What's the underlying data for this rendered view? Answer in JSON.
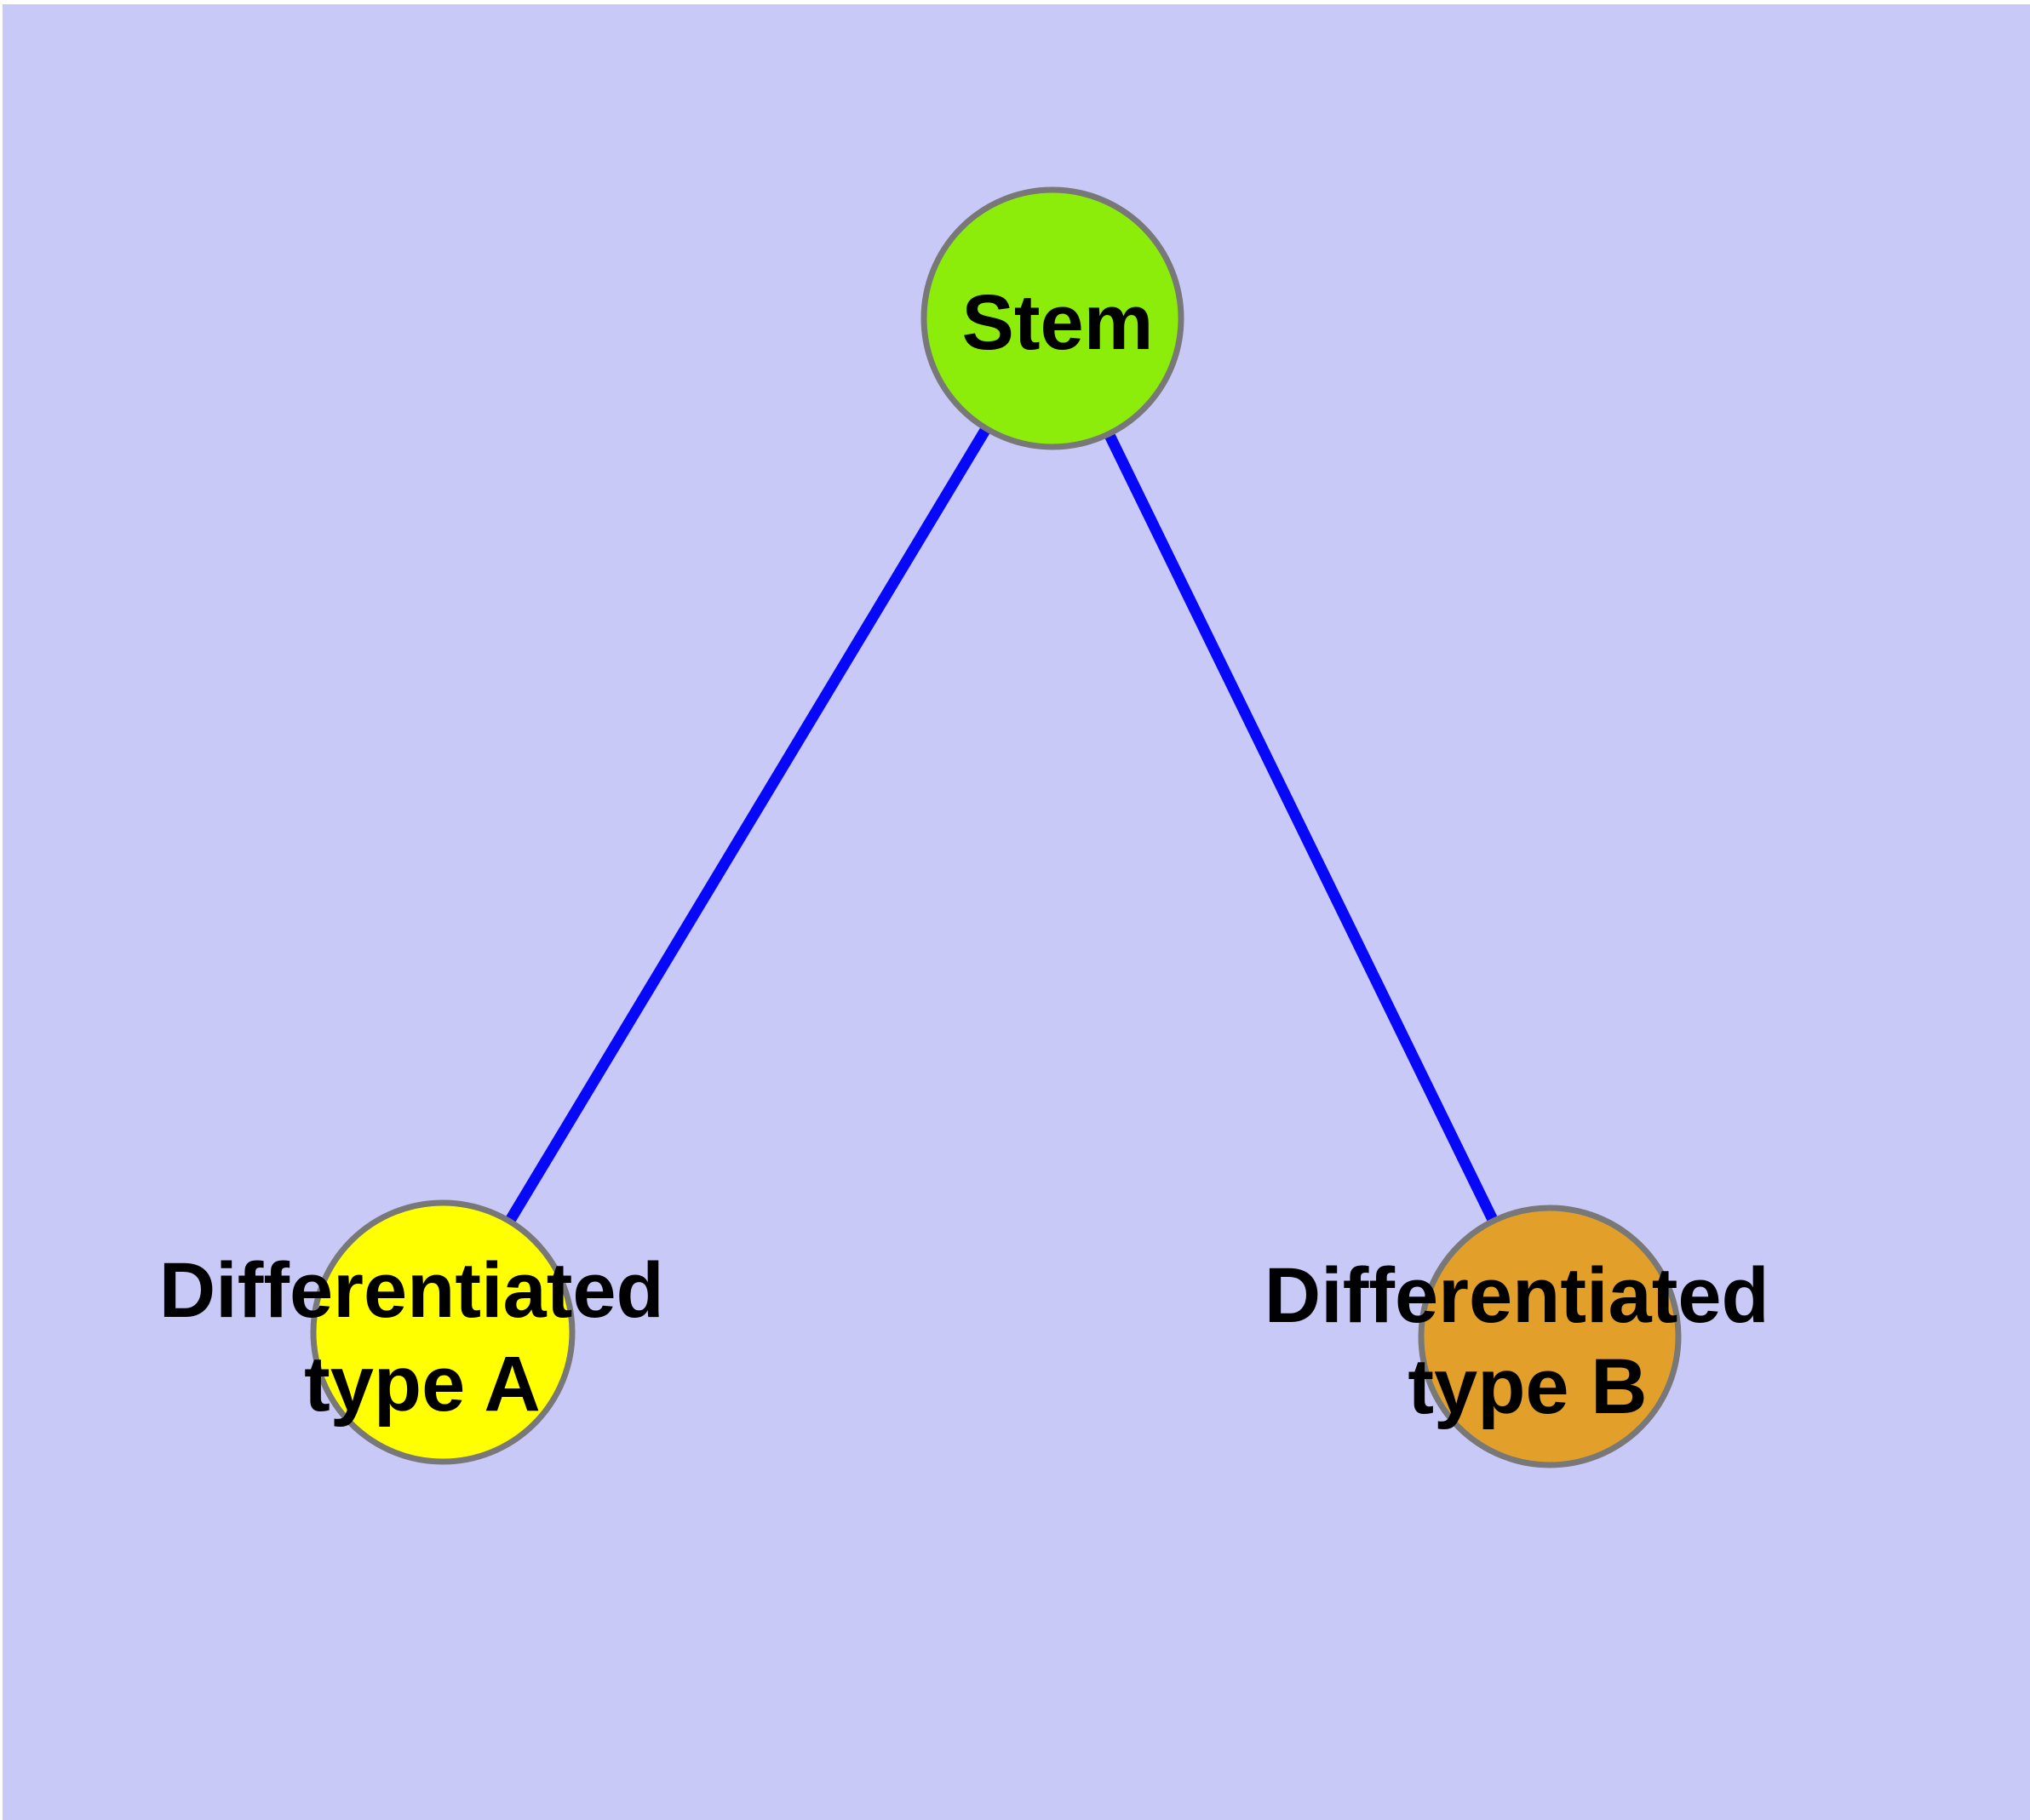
{
  "diagram": {
    "background_color": "#c9c9f7",
    "frame_color": "#ffffff",
    "edge_color": "#0808f8",
    "node_border_color": "#787878",
    "label_color": "#000000",
    "nodes": {
      "stem": {
        "label": "Stem",
        "fill": "#8cec0a"
      },
      "type_a": {
        "label": "Differentiated type A",
        "label_line1": "Differentiated",
        "label_line2": "type A",
        "fill": "#ffff00"
      },
      "type_b": {
        "label": "Differentiated type B",
        "label_line1": "Differentiated",
        "label_line2": "type B",
        "fill": "#e2a02b"
      }
    },
    "edges": [
      {
        "from": "Stem",
        "to": "Differentiated type A"
      },
      {
        "from": "Stem",
        "to": "Differentiated type B"
      }
    ]
  }
}
